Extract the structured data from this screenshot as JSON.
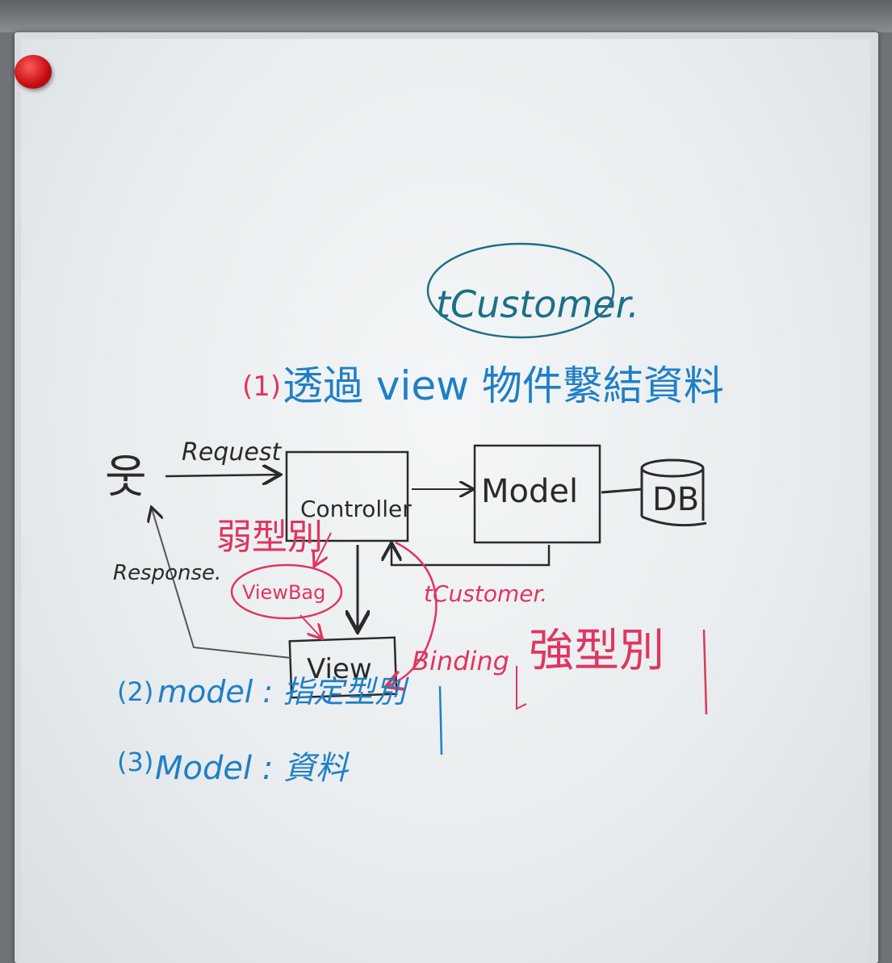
{
  "whiteboard": {
    "top_note": "tCustomer.",
    "heading_num": "(1)",
    "heading": "透過 view 物件繫結資料",
    "actor_symbol": "웃",
    "request_label": "Request",
    "response_label": "Response.",
    "controller_label": "Controller",
    "model_label": "Model",
    "db_label": "DB",
    "view_label": "View",
    "viewbag_label": "ViewBag",
    "weak_type_label": "弱型別",
    "customer_label": "tCustomer.",
    "binding_label": "Binding",
    "strong_type_label": "強型別",
    "note2_num": "(2)",
    "note2_text": "model : 指定型別",
    "note3_num": "(3)",
    "note3_text": "Model : 資料"
  },
  "colors": {
    "blue_marker": "#1f7fc6",
    "red_marker": "#e03560",
    "black_marker": "#2a2a2a",
    "magnet": "#c40d12"
  }
}
